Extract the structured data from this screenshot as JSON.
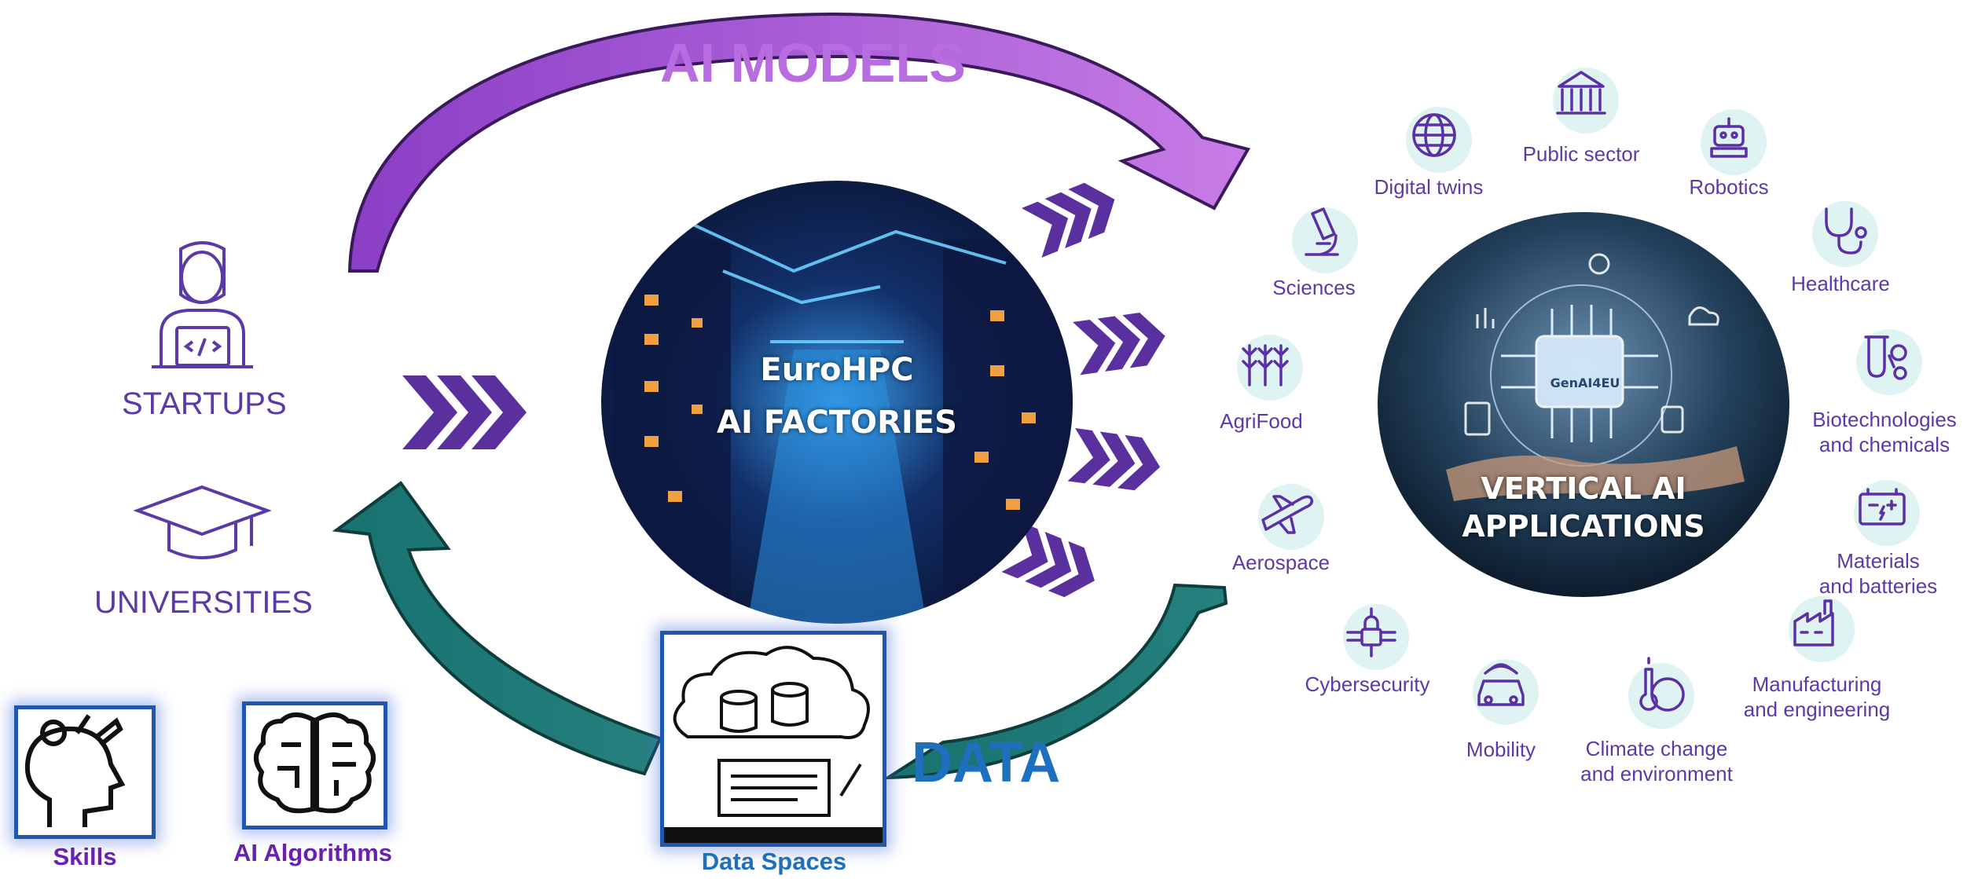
{
  "colors": {
    "purple_arrow": "#a25ad8",
    "teal_arrow": "#1f7a78",
    "chevron": "#5a2f9e",
    "label_purple": "#5b3aa8",
    "icon_circle": "#dff3f2",
    "data_blue": "#1f6fbf",
    "box_border": "#1f57b0"
  },
  "top_title": "AI MODELS",
  "bottom_title": "DATA",
  "left": {
    "startups_label": "STARTUPS",
    "universities_label": "UNIVERSITIES"
  },
  "center_circle": {
    "line1": "EuroHPC",
    "line2": "AI FACTORIES"
  },
  "right_circle": {
    "chip_label": "GenAI4EU",
    "line1": "VERTICAL AI",
    "line2": "APPLICATIONS"
  },
  "sectors": [
    {
      "icon": "microscope-icon",
      "label": "Sciences"
    },
    {
      "icon": "globe-icon",
      "label": "Digital twins"
    },
    {
      "icon": "government-building-icon",
      "label": "Public sector"
    },
    {
      "icon": "robot-icon",
      "label": "Robotics"
    },
    {
      "icon": "stethoscope-icon",
      "label": "Healthcare"
    },
    {
      "icon": "test-tube-icon",
      "label": "Biotechnologies\nand chemicals"
    },
    {
      "icon": "battery-icon",
      "label": "Materials\nand batteries"
    },
    {
      "icon": "factory-icon",
      "label": "Manufacturing\nand engineering"
    },
    {
      "icon": "thermometer-earth-icon",
      "label": "Climate change\nand environment"
    },
    {
      "icon": "connected-car-icon",
      "label": "Mobility"
    },
    {
      "icon": "padlock-circuit-icon",
      "label": "Cybersecurity"
    },
    {
      "icon": "airplane-icon",
      "label": "Aerospace"
    },
    {
      "icon": "wheat-icon",
      "label": "AgriFood"
    }
  ],
  "bottom_boxes": {
    "skills": "Skills",
    "algorithms": "AI Algorithms",
    "data_spaces": "Data Spaces"
  }
}
